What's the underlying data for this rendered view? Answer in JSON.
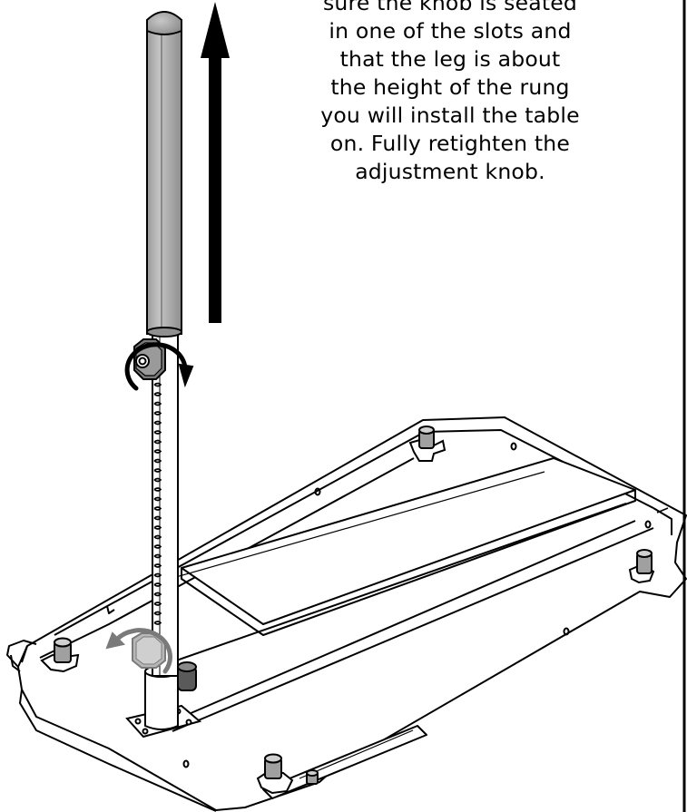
{
  "instruction": {
    "lines": [
      "sure the knob is seated",
      "in one of the slots and",
      "that the leg is about",
      "the height of the rung",
      "you will install the table",
      "on. Fully retighten the",
      "adjustment knob."
    ]
  },
  "illustration": {
    "parts": [
      "table-leg-upper-tube",
      "table-leg-lower-tube",
      "adjustment-knob",
      "table-top",
      "knobs"
    ],
    "arrow_direction": "up",
    "knob_rotation": "clockwise"
  },
  "colors": {
    "line": "#000000",
    "tube_shade": "#a9a9a9",
    "knob_gray": "#8c8c8c",
    "rotation_arrow_gray": "#7a7a7a",
    "background": "#ffffff"
  }
}
